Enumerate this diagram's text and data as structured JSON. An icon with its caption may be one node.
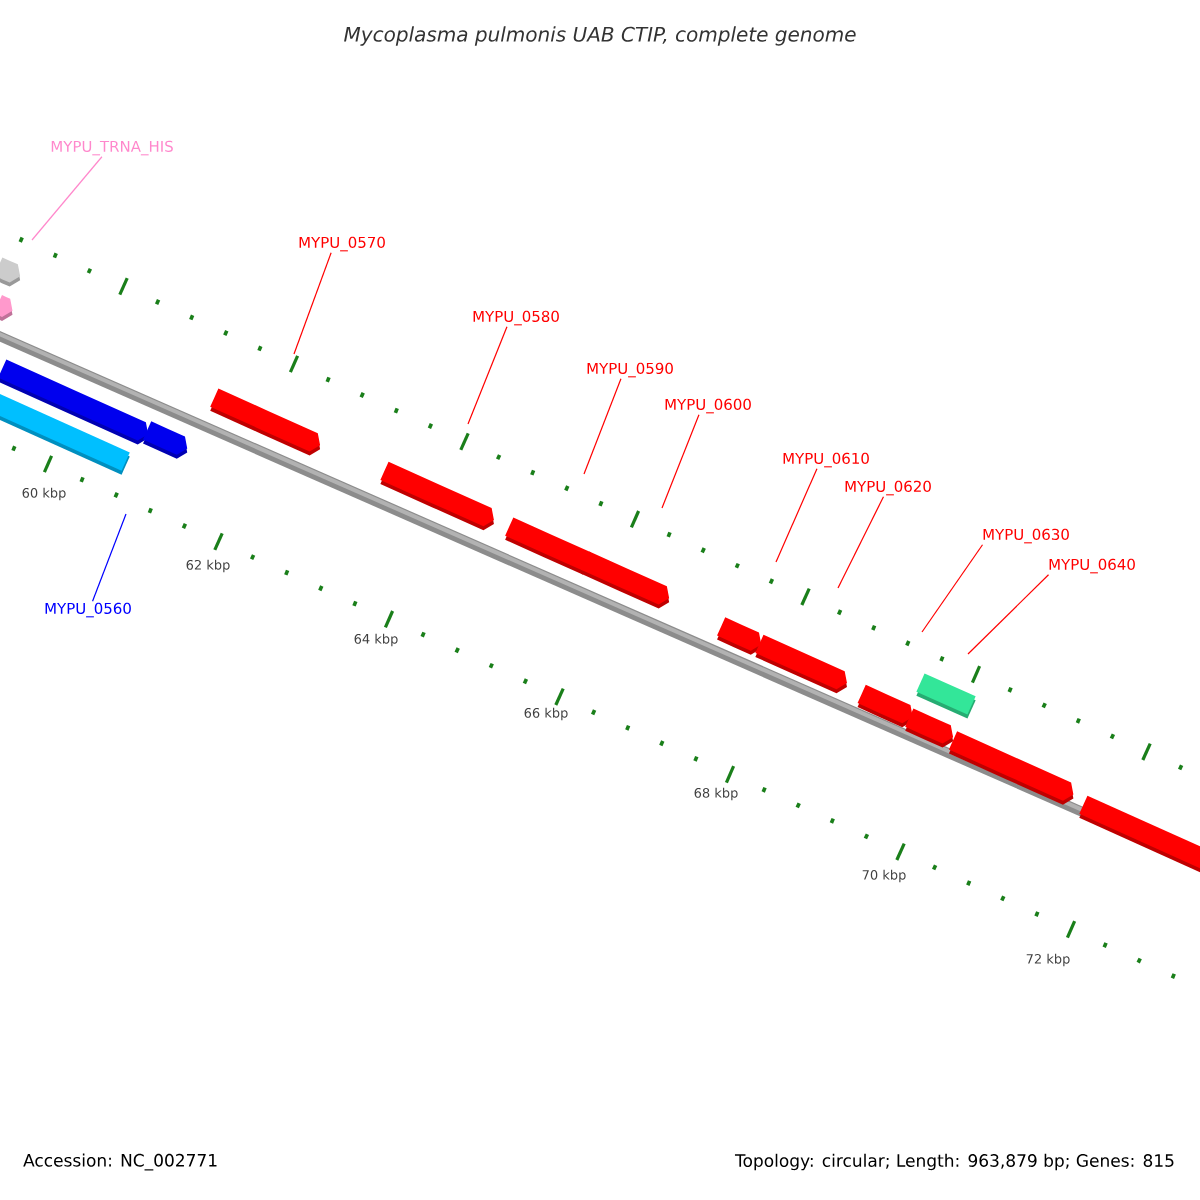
{
  "diagram": {
    "title": "Mycoplasma pulmonis UAB CTIP, complete genome",
    "nodes": [
      {
        "text": [
          "MYPU_TRNA_HIS"
        ]
      },
      {
        "text": [
          "MYPU_0570"
        ]
      },
      {
        "text": [
          "MYPU_0580"
        ]
      },
      {
        "text": [
          "MYPU_0590"
        ]
      },
      {
        "text": [
          "MYPU_0600"
        ]
      },
      {
        "text": [
          "MYPU_0610"
        ]
      },
      {
        "text": [
          "MYPU_0620"
        ]
      },
      {
        "text": [
          "MYPU_0630"
        ]
      },
      {
        "text": [
          "MYPU_0640"
        ]
      },
      {
        "text": [
          "MYPU_0560"
        ]
      }
    ],
    "edges": [
      {
        "from": 0,
        "to": null,
        "arrow": "none",
        "color": "#ff88cc"
      },
      {
        "from": 1,
        "to": null,
        "arrow": "none"
      },
      {
        "from": 2,
        "to": null,
        "arrow": "none"
      },
      {
        "from": 3,
        "to": null,
        "arrow": "none"
      },
      {
        "from": 4,
        "to": null,
        "arrow": "none"
      },
      {
        "from": 5,
        "to": null,
        "arrow": "none"
      },
      {
        "from": 6,
        "to": null,
        "arrow": "none"
      },
      {
        "from": 7,
        "to": null,
        "arrow": "none"
      },
      {
        "from": 8,
        "to": null,
        "arrow": "none"
      },
      {
        "from": 9,
        "to": null,
        "arrow": "none",
        "color": "#0000ff"
      }
    ],
    "labels": [
      "60 kbp",
      "62 kbp",
      "64 kbp",
      "66 kbp",
      "68 kbp",
      "70 kbp",
      "72 kbp",
      "Accession: NC_002771",
      "Topology: circular; Length: 963,879 bp; Genes: 815"
    ]
  }
}
